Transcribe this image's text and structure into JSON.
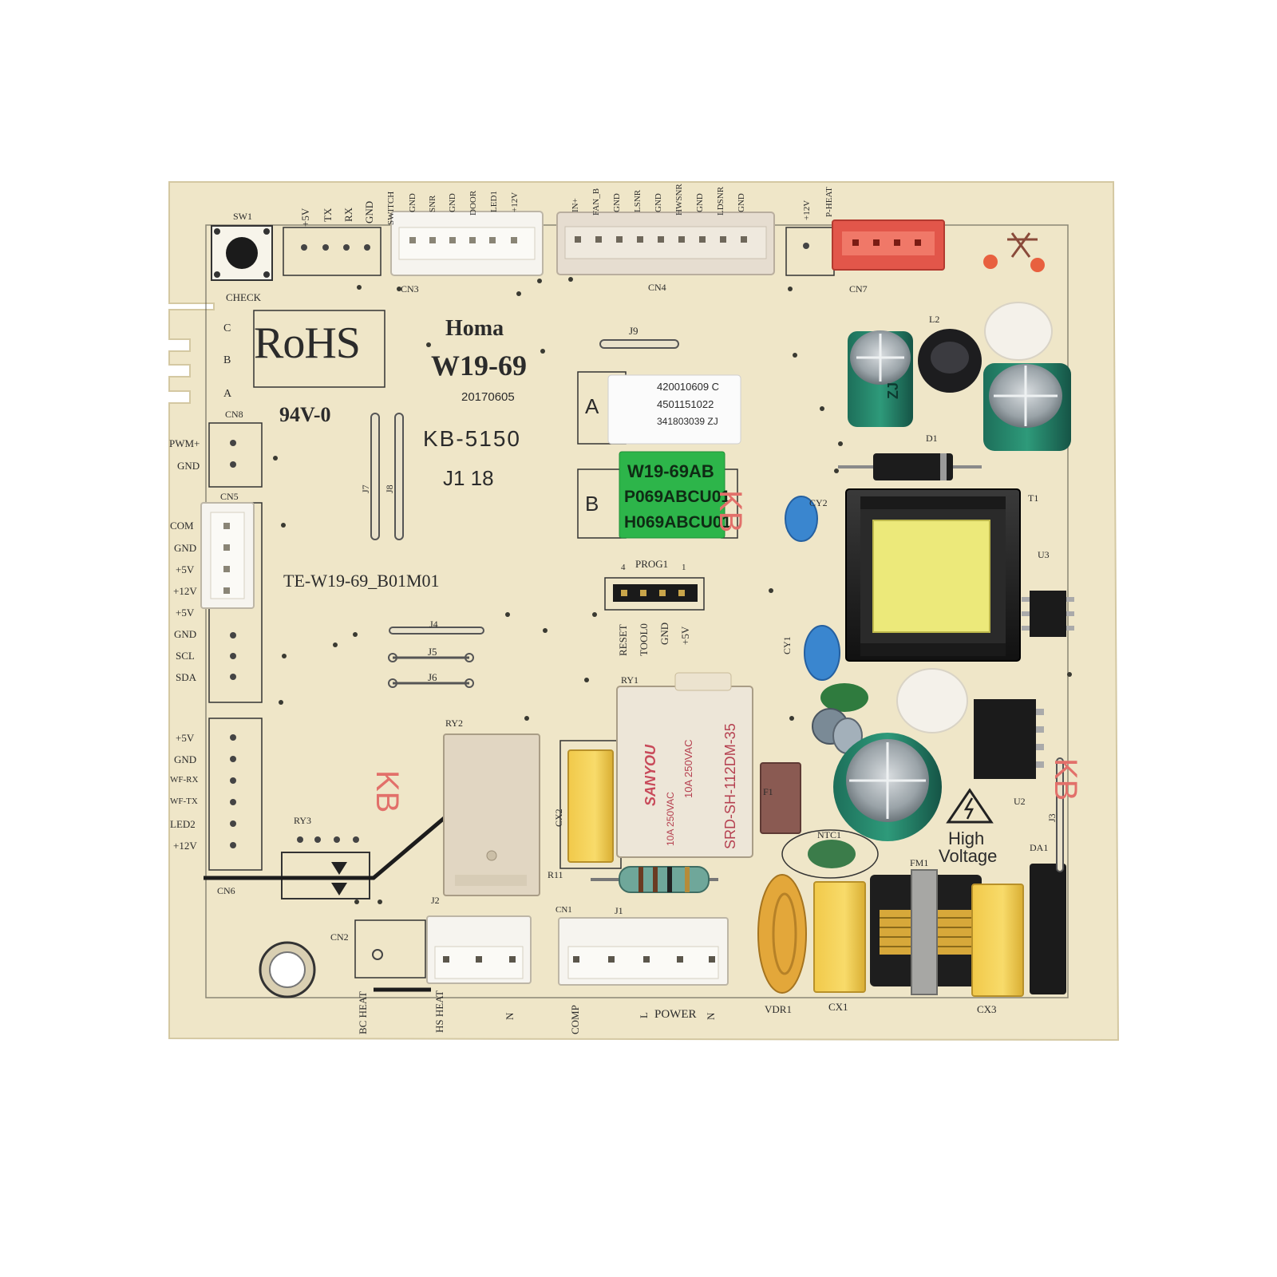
{
  "image_title": "",
  "colors": {
    "board": "#efe6c8",
    "board_edge": "#d8cda8",
    "silkscreen": "#2b2b2b",
    "red_stamp": "#e87c74",
    "green_label": "#2db54a",
    "yellow_cap": "#f4d35a",
    "connector_white": "#f6f4ef",
    "connector_red": "#e2564a"
  },
  "board": {
    "brand": "Homa",
    "model": "W19-69",
    "date": "20170605",
    "part_code": "KB-5150",
    "marks_j": "J1   18",
    "rohs": "RoHS",
    "flammability": "94V-0",
    "pcb_id": "TE-W19-69_B01M01",
    "stamp": "KB",
    "high_voltage": [
      "High",
      "Voltage"
    ]
  },
  "label_a": {
    "box": "A",
    "lines": [
      "420010609 C",
      "4501151022",
      "341803039  ZJ"
    ]
  },
  "label_b": {
    "box": "B",
    "lines": [
      "W19-69AB",
      "P069ABCU01",
      "H069ABCU01"
    ]
  },
  "designators": {
    "sw1": "SW1",
    "check": "CHECK",
    "cn3": "CN3",
    "cn4": "CN4",
    "cn7": "CN7",
    "cn8": "CN8",
    "cn5": "CN5",
    "cn6": "CN6",
    "cn2": "CN2",
    "cn1": "CN1",
    "j9": "J9",
    "j7": "J7",
    "j8": "J8",
    "j4": "J4",
    "j5": "J5",
    "j6": "J6",
    "j2": "J2",
    "j1": "J1",
    "j3": "J3",
    "prog1": "PROG1",
    "pin4": "4",
    "pin1": "1",
    "ry1": "RY1",
    "ry2": "RY2",
    "ry3": "RY3",
    "r11": "R11",
    "cx2": "CX2",
    "l2": "L2",
    "d1": "D1",
    "cy2": "CY2",
    "cy1": "CY1",
    "t1": "T1",
    "u3": "U3",
    "u2": "U2",
    "f1": "F1",
    "ntc1": "NTC1",
    "fm1": "FM1",
    "da1": "DA1",
    "vdr1": "VDR1",
    "cx1": "CX1",
    "cx3": "CX3"
  },
  "top_pins": [
    "+5V",
    "TX",
    "RX",
    "GND",
    "SWITCH",
    "GND",
    "SNR",
    "GND",
    "DOOR",
    "LED1",
    "+12V",
    "IN+",
    "FAN_B",
    "GND",
    "LSNR",
    "GND",
    "HWSNR",
    "GND",
    "LDSNR",
    "GND",
    "+12V",
    "P-HEAT"
  ],
  "abc_pins": [
    "C",
    "B",
    "A"
  ],
  "cn8_pins": [
    "PWM+",
    "GND"
  ],
  "cn5_pins": [
    "COM",
    "GND",
    "+5V",
    "+12V"
  ],
  "i2c_pins": [
    "+5V",
    "GND",
    "SCL",
    "SDA"
  ],
  "cn6_pins": [
    "+5V",
    "GND",
    "WF-RX",
    "WF-TX",
    "LED2",
    "+12V"
  ],
  "prog_pins": [
    "RESET",
    "TOOL0",
    "GND",
    "+5V"
  ],
  "bottom_pins": [
    "BC HEAT",
    "HS HEAT",
    "N",
    "COMP",
    "L",
    "POWER",
    "N"
  ],
  "relay_ry1": {
    "brand": "SANYOU",
    "rating1": "10A 250VAC",
    "rating2": "10A 250VAC",
    "part": "SRD-SH-112DM-35"
  },
  "cap_mark": "ZJ"
}
